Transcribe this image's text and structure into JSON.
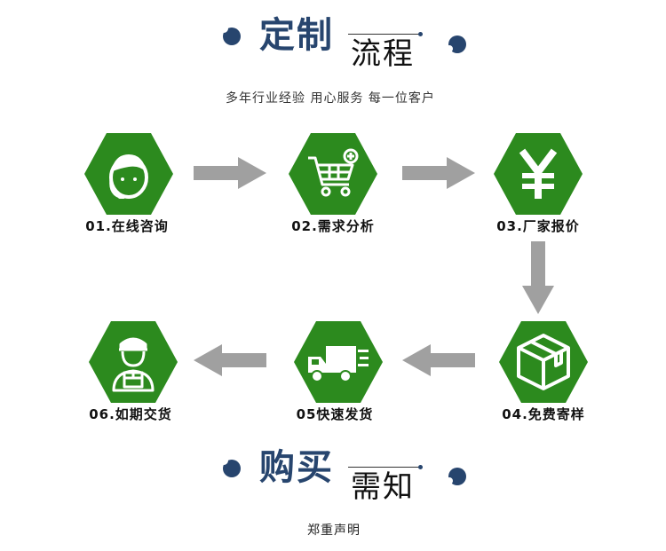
{
  "top_heading": {
    "bold": "定制",
    "light": "流程"
  },
  "subtitle": "多年行业经验 用心服务 每一位客户",
  "steps": [
    {
      "label": "01.在线咨询",
      "icon": "customer-service-icon"
    },
    {
      "label": "02.需求分析",
      "icon": "shopping-cart-icon"
    },
    {
      "label": "03.厂家报价",
      "icon": "yen-icon"
    },
    {
      "label": "04.免费寄样",
      "icon": "package-box-icon"
    },
    {
      "label": "05快速发货",
      "icon": "delivery-truck-icon"
    },
    {
      "label": "06.如期交货",
      "icon": "delivery-person-icon"
    }
  ],
  "bottom_heading": {
    "bold": "购买",
    "light": "需知"
  },
  "footer": "郑重声明",
  "colors": {
    "hex_green": "#2c8a1e",
    "arrow_gray": "#a0a0a0",
    "heading_blue": "#27456e"
  }
}
